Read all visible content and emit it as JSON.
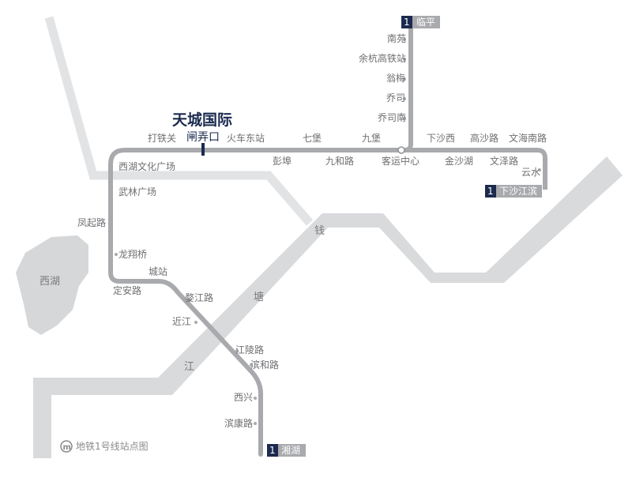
{
  "map": {
    "water": {
      "lake": "西湖",
      "river_chars": [
        "钱",
        "塘",
        "江"
      ]
    },
    "highlight": {
      "name": "天城国际",
      "station": "闸弄口"
    },
    "line_number": "1",
    "termini": [
      "临平",
      "下沙江滨",
      "湘湖"
    ],
    "stations": [
      "南苑",
      "余杭高铁站",
      "翁梅",
      "乔司",
      "乔司南",
      "客运中心",
      "九堡",
      "彭埠",
      "七堡",
      "九和路",
      "火车东站",
      "打铁关",
      "下沙西",
      "金沙湖",
      "高沙路",
      "文泽路",
      "文海南路",
      "云水",
      "西湖文化广场",
      "武林广场",
      "凤起路",
      "龙翔桥",
      "定安路",
      "城站",
      "婺江路",
      "近江",
      "江陵路",
      "滨和路",
      "西兴",
      "滨康路"
    ],
    "legend": "地铁1号线站点图",
    "colors": {
      "line": "#a9aaad",
      "river": "#d9dadc",
      "lake": "#d6d7d9",
      "road": "#e2e3e5",
      "accent": "#1b2a4e"
    }
  }
}
